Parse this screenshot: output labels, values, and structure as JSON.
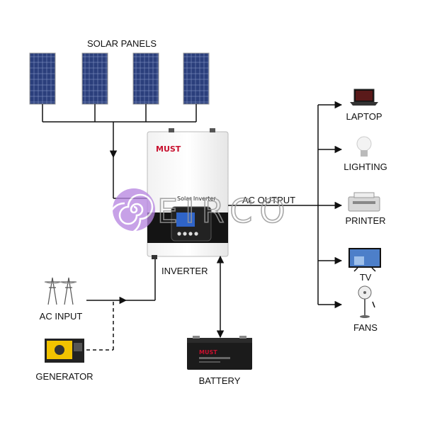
{
  "labels": {
    "solar_panels": "SOLAR PANELS",
    "inverter": "INVERTER",
    "ac_output": "AC OUTPUT",
    "ac_input": "AC INPUT",
    "generator": "GENERATOR",
    "battery": "BATTERY",
    "laptop": "LAPTOP",
    "lighting": "LIGHTING",
    "printer": "PRINTER",
    "tv": "TV",
    "fans": "FANS"
  },
  "device_text": {
    "brand": "MUST",
    "inverter_model": "Solar Inverter",
    "battery_brand": "MUST"
  },
  "watermark": {
    "text": "EIRCO"
  },
  "colors": {
    "line": "#111111",
    "panel_blue": "#2a3f7a",
    "brand_red": "#c8102e",
    "watermark_purple": "#a06ad0"
  }
}
